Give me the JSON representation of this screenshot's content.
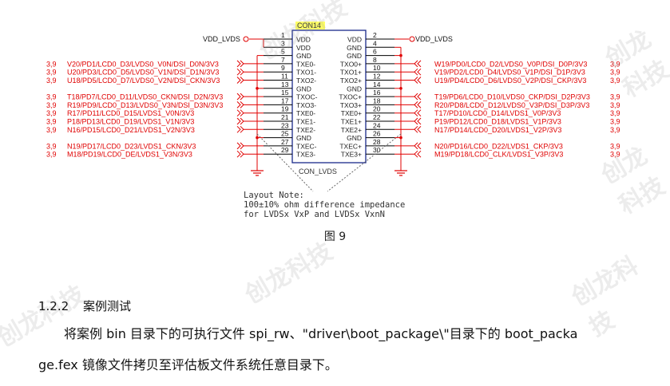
{
  "connector": {
    "ref": "CON14",
    "value": "CON_LVDS",
    "left_pins": [
      {
        "num": "1",
        "name": "VDD"
      },
      {
        "num": "3",
        "name": "VDD"
      },
      {
        "num": "5",
        "name": "GND"
      },
      {
        "num": "7",
        "name": "TXE0-"
      },
      {
        "num": "9",
        "name": "TXO1-"
      },
      {
        "num": "11",
        "name": "TXO2-"
      },
      {
        "num": "13",
        "name": "GND"
      },
      {
        "num": "15",
        "name": "TXOC-"
      },
      {
        "num": "17",
        "name": "TXO3-"
      },
      {
        "num": "19",
        "name": "TXE0-"
      },
      {
        "num": "21",
        "name": "TXE1-"
      },
      {
        "num": "23",
        "name": "TXE2-"
      },
      {
        "num": "25",
        "name": "GND"
      },
      {
        "num": "27",
        "name": "TXEC-"
      },
      {
        "num": "29",
        "name": "TXE3-"
      }
    ],
    "right_pins": [
      {
        "num": "2",
        "name": "VDD"
      },
      {
        "num": "4",
        "name": "GND"
      },
      {
        "num": "6",
        "name": "GND"
      },
      {
        "num": "8",
        "name": "TXO0+"
      },
      {
        "num": "10",
        "name": "TXO1+"
      },
      {
        "num": "12",
        "name": "TXO2+"
      },
      {
        "num": "14",
        "name": "GND"
      },
      {
        "num": "16",
        "name": "TXOC+"
      },
      {
        "num": "18",
        "name": "TXO3+"
      },
      {
        "num": "20",
        "name": "TXE0+"
      },
      {
        "num": "22",
        "name": "TXE1+"
      },
      {
        "num": "24",
        "name": "TXE2+"
      },
      {
        "num": "26",
        "name": "GND"
      },
      {
        "num": "28",
        "name": "TXEC+"
      },
      {
        "num": "30",
        "name": "TXE3+"
      }
    ]
  },
  "power": {
    "left": "VDD_LVDS",
    "right": "VDD_LVDS"
  },
  "left_nets": [
    {
      "row": 3,
      "v": "3,9",
      "net": "V20/PD1/LCD0_D3/LVDS0_V0N/DSI_D0N/3V3"
    },
    {
      "row": 4,
      "v": "3,9",
      "net": "U20/PD3/LCD0_D5/LVDS0_V1N/DSI_D1N/3V3"
    },
    {
      "row": 5,
      "v": "3,9",
      "net": "U18/PD5/LCD0_D7/LVDS0_V2N/DSI_CKN/3V3"
    },
    {
      "row": 7,
      "v": "3,9",
      "net": "T18/PD7/LCD0_D11/LVDS0_CKN/DSI_D2N/3V3"
    },
    {
      "row": 8,
      "v": "3,9",
      "net": "R19/PD9/LCD0_D13/LVDS0_V3N/DSI_D3N/3V3"
    },
    {
      "row": 9,
      "v": "3,9",
      "net": "R17/PD11/LCD0_D15/LVDS1_V0N/3V3"
    },
    {
      "row": 10,
      "v": "3,9",
      "net": "P18/PD13/LCD0_D19/LVDS1_V1N/3V3"
    },
    {
      "row": 11,
      "v": "3,9",
      "net": "N16/PD15/LCD0_D21/LVDS1_V2N/3V3"
    },
    {
      "row": 13,
      "v": "3,9",
      "net": "N19/PD17/LCD0_D23/LVDS1_CKN/3V3"
    },
    {
      "row": 14,
      "v": "3,9",
      "net": "M18/PD19/LCD0_DE/LVDS1_V3N/3V3"
    }
  ],
  "right_nets": [
    {
      "row": 3,
      "v": "3,9",
      "net": "W19/PD0/LCD0_D2/LVDS0_V0P/DSI_D0P/3V3"
    },
    {
      "row": 4,
      "v": "3,9",
      "net": "V19/PD2/LCD0_D4/LVDS0_V1P/DSI_D1P/3V3"
    },
    {
      "row": 5,
      "v": "3,9",
      "net": "U19/PD4/LCD0_D6/LVDS0_V2P/DSI_CKP/3V3"
    },
    {
      "row": 7,
      "v": "3,9",
      "net": "T19/PD6/LCD0_D10/LVDS0_CKP/DSI_D2P/3V3"
    },
    {
      "row": 8,
      "v": "3,9",
      "net": "R20/PD8/LCD0_D12/LVDS0_V3P/DSI_D3P/3V3"
    },
    {
      "row": 9,
      "v": "3,9",
      "net": "T17/PD10/LCD0_D14/LVDS1_V0P/3V3"
    },
    {
      "row": 10,
      "v": "3,9",
      "net": "P19/PD12/LCD0_D18/LVDS1_V1P/3V3"
    },
    {
      "row": 11,
      "v": "3,9",
      "net": "N17/PD14/LCD0_D20/LVDS1_V2P/3V3"
    },
    {
      "row": 13,
      "v": "3,9",
      "net": "N20/PD16/LCD0_D22/LVDS1_CKP/3V3"
    },
    {
      "row": 14,
      "v": "3,9",
      "net": "M19/PD18/LCD0_CLK/LVDS1_V3P/3V3"
    }
  ],
  "layout_note": {
    "line1": "Layout Note:",
    "line2": "100±10% ohm difference impedance",
    "line3": "for LVDSx VxP and LVDSx VxnN"
  },
  "figure_caption": "图 9",
  "section": {
    "number": "1.2.2",
    "title": "案例测试"
  },
  "paragraph": {
    "line1": "将案例 bin 目录下的可执行文件 spi_rw、\"driver\\boot_package\\\"目录下的 boot_packa",
    "line2": "ge.fex 镜像文件拷贝至评估板文件系统任意目录下。"
  },
  "watermark": "创龙科技",
  "colors": {
    "net_label": "#e00000",
    "wire": "#e00000",
    "pin_line": "#000000",
    "connector_box": "#1a2a8a",
    "ref_highlight": "#ffff66"
  }
}
